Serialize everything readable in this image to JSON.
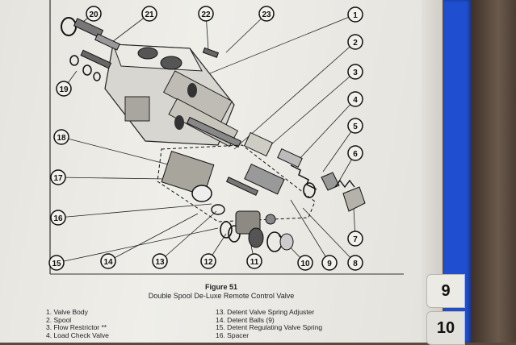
{
  "figure": {
    "title": "Figure 51",
    "subtitle": "Double Spool De-Luxe Remote Control Valve"
  },
  "callouts": [
    "1",
    "2",
    "3",
    "4",
    "5",
    "6",
    "7",
    "8",
    "9",
    "10",
    "11",
    "12",
    "13",
    "14",
    "15",
    "16",
    "17",
    "18",
    "19",
    "20",
    "21",
    "22",
    "23"
  ],
  "legend_left": [
    "1. Valve Body",
    "2. Spool",
    "3. Flow Restrictor **",
    "4. Load Check Valve"
  ],
  "legend_right": [
    "13. Detent Valve Spring Adjuster",
    "14. Detent Balls (9)",
    "15. Detent Regulating Valve Spring",
    "16. Spacer"
  ],
  "tabs": {
    "tab_9": "9",
    "tab_10": "10"
  }
}
